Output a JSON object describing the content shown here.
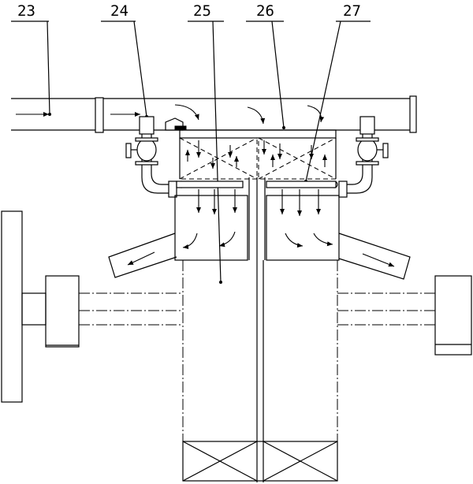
{
  "labels": {
    "l23": "23",
    "l24": "24",
    "l25": "25",
    "l26": "26",
    "l27": "27"
  }
}
